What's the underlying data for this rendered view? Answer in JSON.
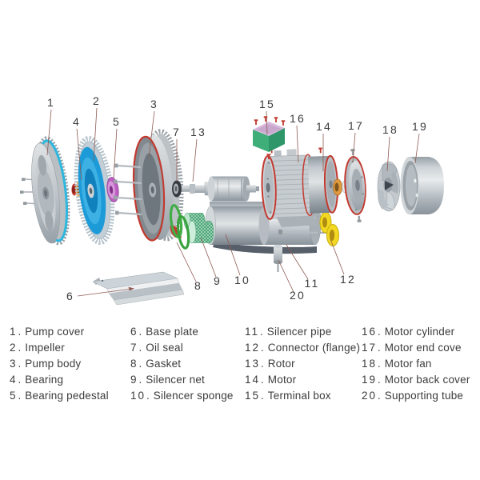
{
  "diagram": {
    "callouts": [
      "1",
      "2",
      "3",
      "4",
      "5",
      "6",
      "7",
      "8",
      "9",
      "10",
      "11",
      "12",
      "13",
      "14",
      "15",
      "16",
      "17",
      "18",
      "19",
      "20"
    ]
  },
  "legend": {
    "items": [
      {
        "num": "1",
        "label": "Pump cover"
      },
      {
        "num": "2",
        "label": "Impeller"
      },
      {
        "num": "3",
        "label": "Pump body"
      },
      {
        "num": "4",
        "label": "Bearing"
      },
      {
        "num": "5",
        "label": "Bearing pedestal"
      },
      {
        "num": "6",
        "label": "Base plate"
      },
      {
        "num": "7",
        "label": "Oil seal"
      },
      {
        "num": "8",
        "label": "Gasket"
      },
      {
        "num": "9",
        "label": "Silencer net"
      },
      {
        "num": "10",
        "label": "Silencer sponge"
      },
      {
        "num": "11",
        "label": "Silencer pipe"
      },
      {
        "num": "12",
        "label": "Connector (flange)"
      },
      {
        "num": "13",
        "label": "Rotor"
      },
      {
        "num": "14",
        "label": "Motor"
      },
      {
        "num": "15",
        "label": "Terminal box"
      },
      {
        "num": "16",
        "label": "Motor cylinder"
      },
      {
        "num": "17",
        "label": "Motor end cove"
      },
      {
        "num": "18",
        "label": "Motor fan"
      },
      {
        "num": "19",
        "label": "Motor back cover"
      },
      {
        "num": "20",
        "label": "Supporting tube"
      }
    ]
  },
  "colors": {
    "cyan": "#2cb7de",
    "blue": "#1d9bd8",
    "orange": "#df9a3d",
    "purple": "#bb5fc0",
    "red": "#c23a30",
    "gasket-green": "#42ad47",
    "mesh-green": "#7fcfa4",
    "box-green": "#3fae79",
    "box-pink": "#d9bade",
    "yellow": "#f2d821",
    "leader": "#8e5a52",
    "text": "#3c3c3c"
  }
}
